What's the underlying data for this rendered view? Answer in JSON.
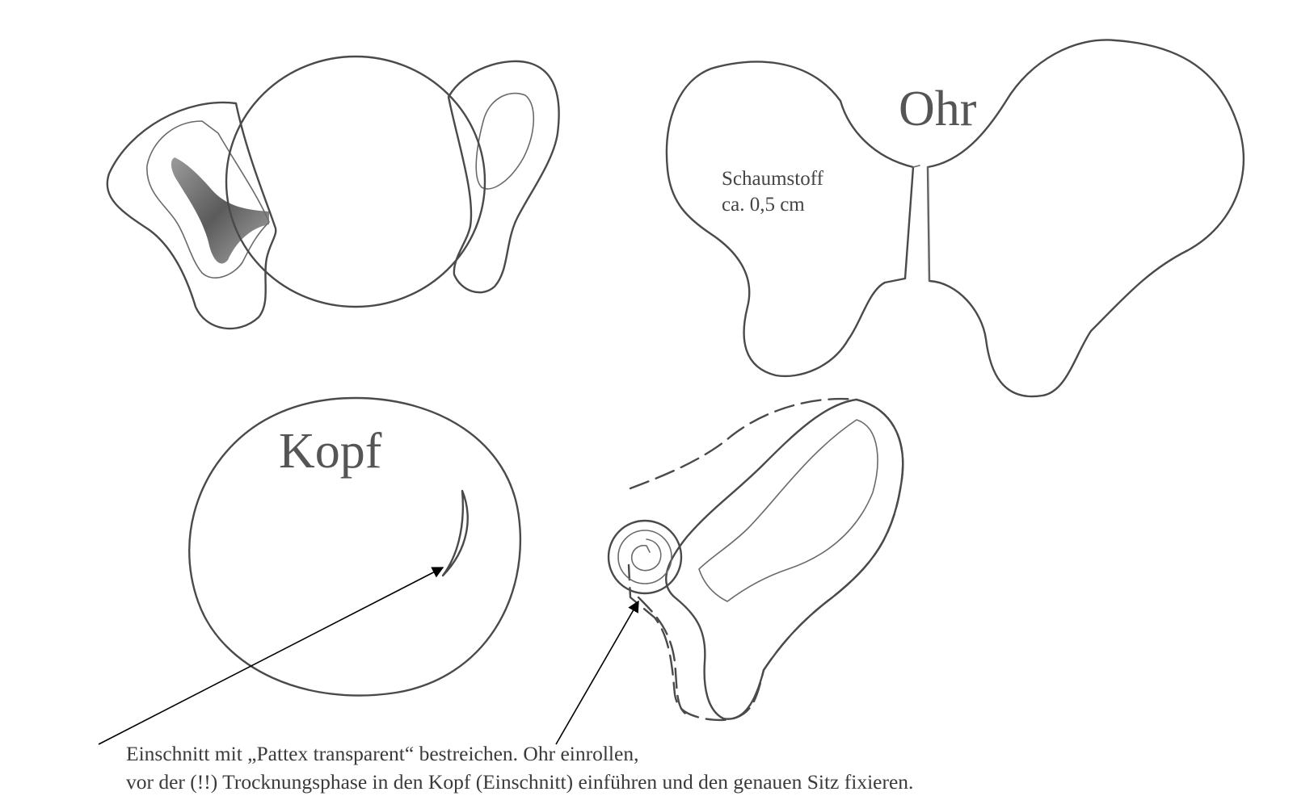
{
  "labels": {
    "ohr": "Ohr",
    "kopf": "Kopf",
    "material": "Schaumstoff",
    "thickness": "ca. 0,5 cm"
  },
  "caption": {
    "line1": "Einschnitt mit „Pattex transparent“ bestreichen. Ohr einrollen,",
    "line2": "vor der (!!) Trocknungsphase in den Kopf (Einschnitt) einführen und den genauen Sitz fixieren."
  },
  "colors": {
    "pencil": "#4a4a4a",
    "hatch": "#b9b9b9",
    "arrow": "#000000",
    "background": "#ffffff"
  }
}
